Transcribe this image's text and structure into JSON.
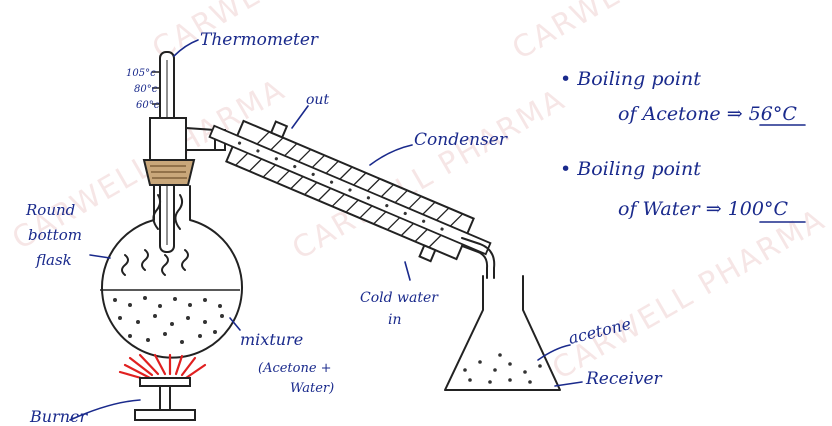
{
  "labels": {
    "thermometer": "Thermometer",
    "temp_105": "105°c",
    "temp_80": "80°c",
    "temp_60": "60°c",
    "out": "out",
    "condenser": "Condenser",
    "round": "Round",
    "bottom": "bottom",
    "flask": "flask",
    "cold_water": "Cold water",
    "in": "in",
    "mixture": "mixture",
    "mixture_detail_1": "(Acetone +",
    "mixture_detail_2": "Water)",
    "burner": "Burner",
    "acetone": "acetone",
    "receiver": "Receiver"
  },
  "notes": [
    {
      "line1": "• Boiling point",
      "line2_prefix": "of  Acetone ⇒ ",
      "value": "56°C"
    },
    {
      "line1": "• Boiling point",
      "line2_prefix": "of  Water ⇒ ",
      "value": "100°C"
    }
  ],
  "watermark": "CARWELL PHARMA",
  "colors": {
    "ink": "#1a2a8c",
    "flame": "#e02020",
    "watermark": "#e8b8b8"
  }
}
